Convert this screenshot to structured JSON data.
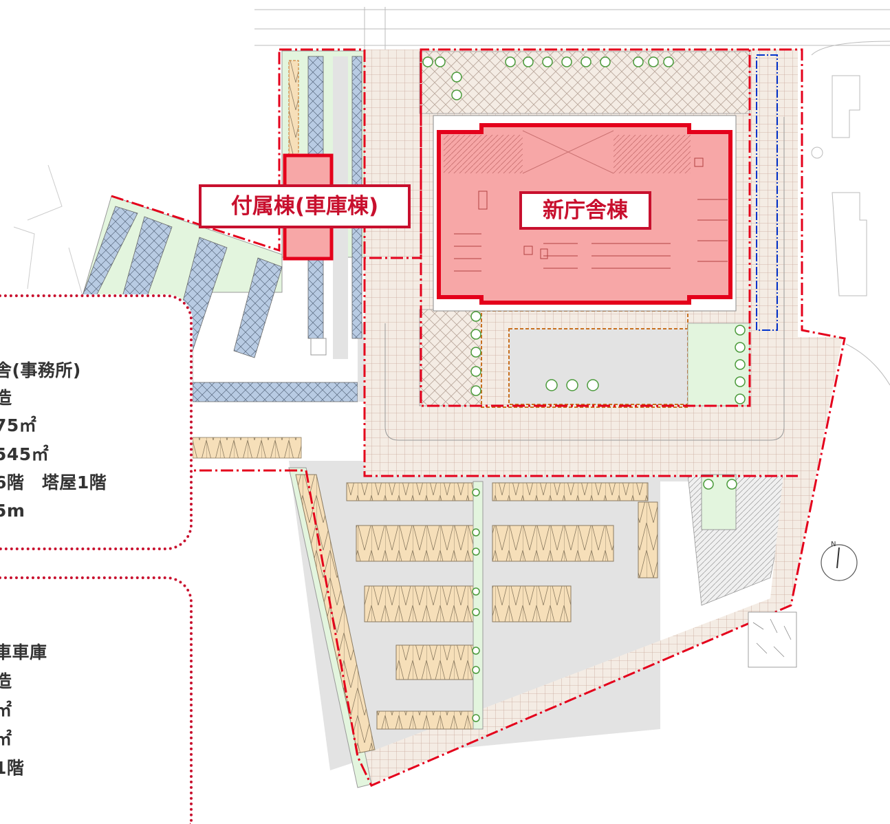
{
  "labels": {
    "annex_building": "付属棟(車庫棟)",
    "new_office_building": "新庁舎棟"
  },
  "info_main": {
    "lines": [
      "舎(事務所)",
      "造",
      "75㎡",
      "545㎡",
      "6階　塔屋1階",
      "5m"
    ]
  },
  "info_annex": {
    "lines": [
      "車車庫",
      "造",
      "㎡",
      "㎡",
      "1階"
    ]
  },
  "compass": {
    "north": "N"
  },
  "colors": {
    "boundary": "#e4001b",
    "building_fill": "#f7a7a7",
    "green": "#e3f5de",
    "paving": "#f2e6da",
    "parking_tan": "#f6dfb9",
    "parking_blue": "#b8cbe3",
    "road": "#e3e3e3",
    "tree": "#4a9a3a"
  }
}
